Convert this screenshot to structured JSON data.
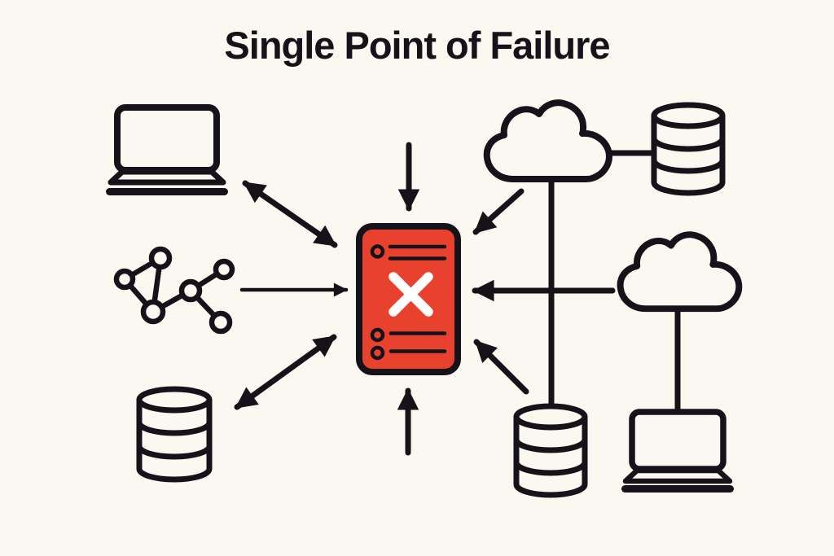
{
  "title": "Single Point of Failure",
  "colors": {
    "background": "#faf8f0",
    "ink": "#15121a",
    "failure_fill": "#e8412d",
    "failure_cross": "#ffffff"
  },
  "center": {
    "id": "failed-server",
    "icon": "server-error-icon",
    "status_glyph": "✕"
  },
  "nodes": [
    {
      "id": "laptop-top-left",
      "icon": "laptop-icon"
    },
    {
      "id": "network-graph-left",
      "icon": "network-graph-icon"
    },
    {
      "id": "database-bottom-left",
      "icon": "database-icon"
    },
    {
      "id": "cloud-top-right",
      "icon": "cloud-icon"
    },
    {
      "id": "database-top-right",
      "icon": "database-icon"
    },
    {
      "id": "cloud-right",
      "icon": "cloud-icon"
    },
    {
      "id": "database-bottom-middle",
      "icon": "database-icon"
    },
    {
      "id": "laptop-bottom-right",
      "icon": "laptop-icon"
    }
  ],
  "connections": [
    {
      "from": "laptop-top-left",
      "to": "failed-server",
      "arrow": "both"
    },
    {
      "from": "network-graph-left",
      "to": "failed-server",
      "arrow": "to"
    },
    {
      "from": "database-bottom-left",
      "to": "failed-server",
      "arrow": "both"
    },
    {
      "from": "cloud-top-right",
      "to": "failed-server",
      "arrow": "to"
    },
    {
      "from": "cloud-right",
      "to": "failed-server",
      "arrow": "to"
    },
    {
      "from": "database-bottom-middle",
      "to": "failed-server",
      "arrow": "to"
    },
    {
      "from": "top-edge",
      "to": "failed-server",
      "arrow": "to"
    },
    {
      "from": "bottom-edge",
      "to": "failed-server",
      "arrow": "to"
    },
    {
      "from": "cloud-top-right",
      "to": "database-top-right",
      "arrow": "none"
    },
    {
      "from": "cloud-top-right",
      "to": "database-bottom-middle",
      "arrow": "none"
    },
    {
      "from": "cloud-right",
      "to": "laptop-bottom-right",
      "arrow": "none"
    }
  ]
}
